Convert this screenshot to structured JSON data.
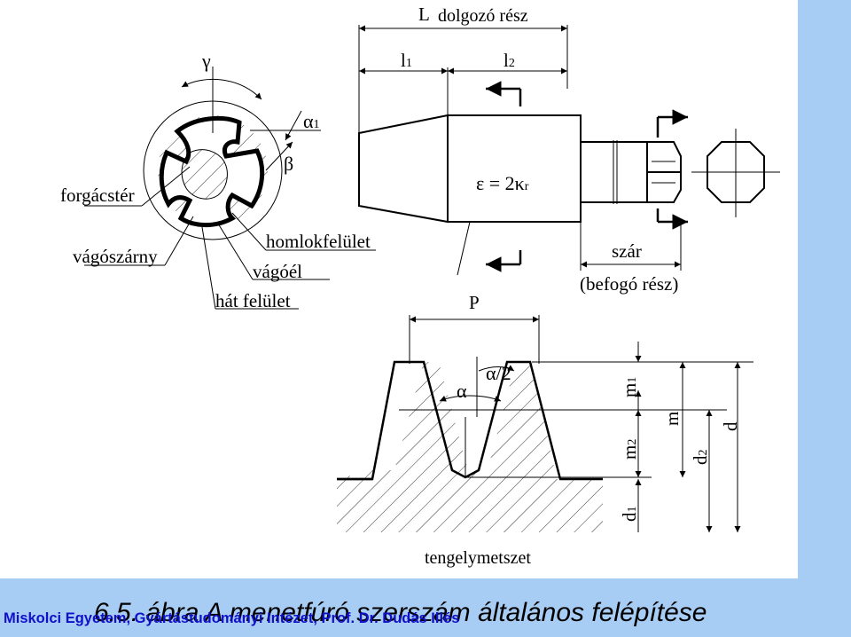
{
  "colors": {
    "background": "#a8cdf5",
    "panel": "#ffffff",
    "footer_text": "#1010c8"
  },
  "labels": {
    "L": "L",
    "dolgozo_resz": "dolgozó rész",
    "l1": "l",
    "l1_sub": "1",
    "l2": "l",
    "l2_sub": "2",
    "gamma": "γ",
    "alpha1": "α",
    "alpha1_sub": "1",
    "beta": "β",
    "epsilon_eq": "ε = 2κ",
    "epsilon_sub": "r",
    "forgacster": "forgácstér",
    "vagoszarny": "vágószárny",
    "homlokfelulet": "homlokfelület",
    "vagoel": "vágóél",
    "hat_felulet": "hát felület",
    "P": "P",
    "szar": "szár",
    "befogo_resz": "(befogó rész)",
    "alpha": "α",
    "alpha_half": "α/2",
    "m1": "m",
    "m1_sub": "1",
    "m2": "m",
    "m2_sub": "2",
    "m": "m",
    "d2": "d",
    "d2_sub": "2",
    "d": "d",
    "d1": "d",
    "d1_sub": "1",
    "tengelymetszet": "tengelymetszet"
  },
  "caption": "6.5. ábra   A menetfúró szerszám általános felépítése",
  "footer": "Miskolci Egyetem, Gyártástudományi Intézet, Prof. Dr. Dudás Illés"
}
